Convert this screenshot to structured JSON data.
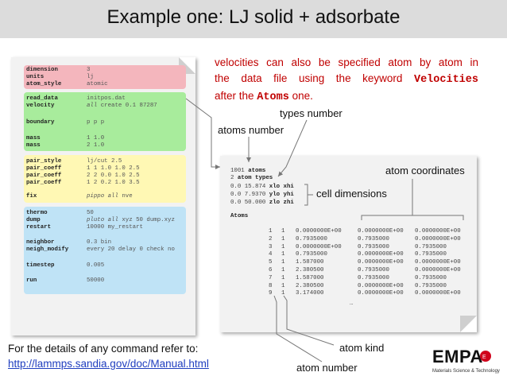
{
  "slide": {
    "title": "Example one: LJ solid + adsorbate",
    "colors": {
      "red_block": "#f4b6bd",
      "green_block": "#a8ec9c",
      "yellow_block": "#fff8b4",
      "blue_block": "#bfe3f6",
      "note": "#c00000",
      "link": "#1f3ebf",
      "logo_accent": "#d0021b"
    }
  },
  "input_script": {
    "red": [
      {
        "key": "dimension",
        "value": "3"
      },
      {
        "key": "units",
        "value": "lj"
      },
      {
        "key": "atom_style",
        "value": "atomic"
      }
    ],
    "green": [
      {
        "key": "read_data",
        "value": "initpos.dat"
      },
      {
        "key": "velocity",
        "value": "all create 0.1 87287"
      },
      {
        "key": "boundary",
        "value": "p p p"
      },
      {
        "key": "mass",
        "value": "1 1.0"
      },
      {
        "key": "mass",
        "value": "2 1.0"
      }
    ],
    "yellow": [
      {
        "key": "pair_style",
        "value": "lj/cut 2.5"
      },
      {
        "key": "pair_coeff",
        "value": "1 1 1.0 1.0 2.5"
      },
      {
        "key": "pair_coeff",
        "value": "2 2 0.0 1.0 2.5"
      },
      {
        "key": "pair_coeff",
        "value": "1 2 0.2 1.0 3.5"
      },
      {
        "key": "fix",
        "value": "pippo all nve"
      }
    ],
    "blue": [
      {
        "key": "thermo",
        "value": "50"
      },
      {
        "key": "dump",
        "value": "pluto all xyz 50 dump.xyz"
      },
      {
        "key": "restart",
        "value": "10000 my_restart"
      },
      {
        "key": "neighbor",
        "value": "0.3 bin"
      },
      {
        "key": "neigh_modify",
        "value": "every 20 delay 0 check no"
      },
      {
        "key": "timestep",
        "value": "0.005"
      },
      {
        "key": "run",
        "value": "50000"
      }
    ]
  },
  "note": {
    "line1": "velocities  can  also  be  specified  atom  by  atom  in",
    "line2a": "the  data  file  using  the  keyword",
    "keyword": "Velocities",
    "line3a": "after the",
    "keyword2": "Atoms",
    "line3b": "one."
  },
  "data_file": {
    "header": [
      {
        "num": "1001",
        "kw": "atoms"
      },
      {
        "num": "2",
        "kw": "atom types"
      },
      {
        "num": "0.0 15.874",
        "kw": "xlo xhi"
      },
      {
        "num": "0.0 7.9370",
        "kw": "ylo yhi"
      },
      {
        "num": "0.0 50.000",
        "kw": "zlo zhi"
      }
    ],
    "section": "Atoms",
    "atoms": [
      [
        "1",
        "1",
        "0.0000000E+00",
        "0.0000000E+00",
        "0.0000000E+00"
      ],
      [
        "2",
        "1",
        "0.7935000",
        "0.7935000",
        "0.0000000E+00"
      ],
      [
        "3",
        "1",
        "0.0000000E+00",
        "0.7935000",
        "0.7935000"
      ],
      [
        "4",
        "1",
        "0.7935000",
        "0.0000000E+00",
        "0.7935000"
      ],
      [
        "5",
        "1",
        "1.587000",
        "0.0000000E+00",
        "0.0000000E+00"
      ],
      [
        "6",
        "1",
        "2.380500",
        "0.7935000",
        "0.0000000E+00"
      ],
      [
        "7",
        "1",
        "1.587000",
        "0.7935000",
        "0.7935000"
      ],
      [
        "8",
        "1",
        "2.380500",
        "0.0000000E+00",
        "0.7935000"
      ],
      [
        "9",
        "1",
        "3.174000",
        "0.0000000E+00",
        "0.0000000E+00"
      ]
    ],
    "ellipsis": "…"
  },
  "labels": {
    "types_number": "types number",
    "atoms_number": "atoms number",
    "atom_coordinates": "atom coordinates",
    "cell_dimensions": "cell dimensions",
    "atom_kind": "atom kind",
    "atom_number": "atom number"
  },
  "footer": {
    "text": "For the details of any command refer to:",
    "link": "http://lammps.sandia.gov/doc/Manual.html"
  },
  "logo": {
    "word": "EMPA",
    "tagline": "Materials Science & Technology"
  }
}
